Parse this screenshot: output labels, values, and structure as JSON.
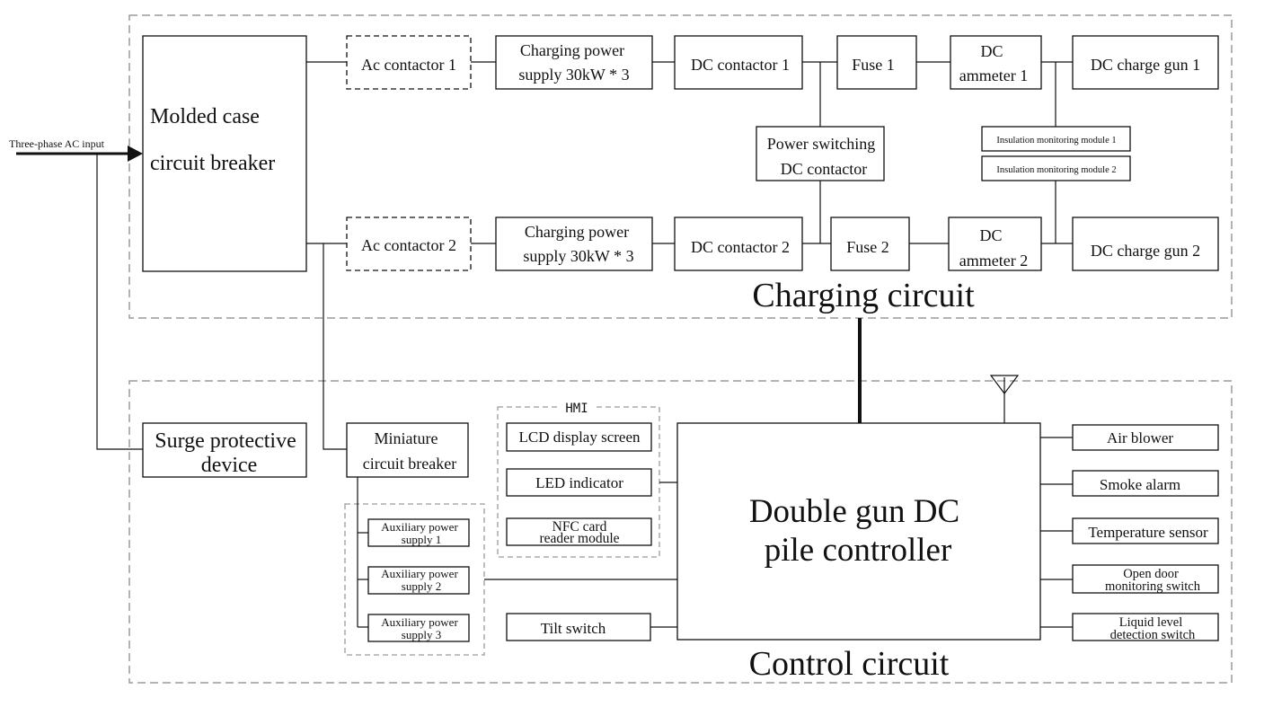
{
  "input": {
    "label": "Three-phase AC input"
  },
  "regions": {
    "charging": {
      "title": "Charging circuit"
    },
    "control": {
      "title": "Control circuit"
    }
  },
  "charging": {
    "breaker": [
      "Molded case",
      "circuit breaker"
    ],
    "ac_contactor_1": "Ac contactor 1",
    "ac_contactor_2": "Ac contactor 2",
    "power_supply_1": [
      "Charging power",
      "supply 30kW * 3"
    ],
    "power_supply_2": [
      "Charging power",
      "supply 30kW * 3"
    ],
    "dc_contactor_1": "DC contactor 1",
    "dc_contactor_2": "DC contactor 2",
    "power_switching": [
      "Power switching",
      "DC contactor"
    ],
    "fuse_1": "Fuse 1",
    "fuse_2": "Fuse 2",
    "ammeter_1": [
      "DC",
      "ammeter 1"
    ],
    "ammeter_2": [
      "DC",
      "ammeter 2"
    ],
    "insulation_1": "Insulation monitoring module 1",
    "insulation_2": "Insulation monitoring module 2",
    "gun_1": "DC charge gun 1",
    "gun_2": "DC charge gun 2"
  },
  "control": {
    "surge": [
      "Surge protective",
      "device"
    ],
    "mcb": [
      "Miniature",
      "circuit breaker"
    ],
    "aux_1": [
      "Auxiliary power",
      "supply 1"
    ],
    "aux_2": [
      "Auxiliary power",
      "supply 2"
    ],
    "aux_3": [
      "Auxiliary power",
      "supply 3"
    ],
    "hmi_label": "HMI",
    "lcd": "LCD display screen",
    "led": "LED indicator",
    "nfc": [
      "NFC card",
      "reader module"
    ],
    "tilt": "Tilt switch",
    "controller": [
      "Double gun DC",
      "pile controller"
    ],
    "air_blower": "Air blower",
    "smoke_alarm": "Smoke alarm",
    "temp_sensor": "Temperature sensor",
    "door_switch": [
      "Open door",
      "monitoring switch"
    ],
    "liquid_switch": [
      "Liquid level",
      "detection switch"
    ],
    "antenna_icon": "antenna-icon"
  }
}
